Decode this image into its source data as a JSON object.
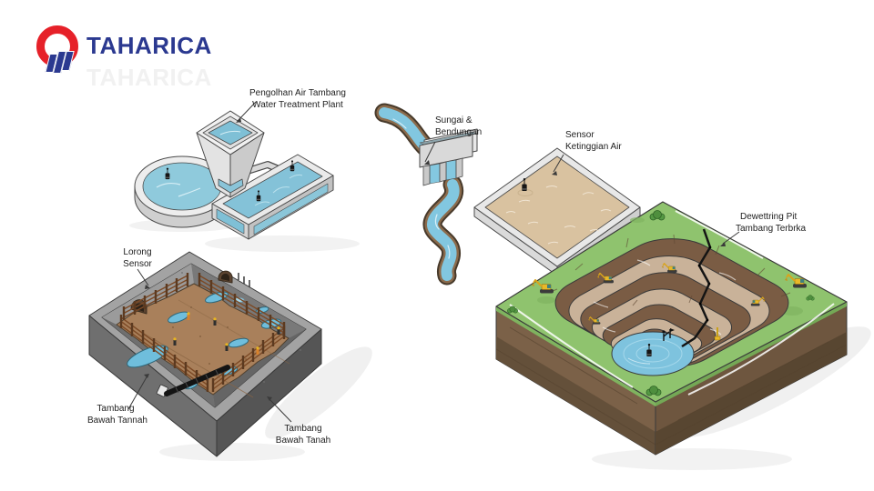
{
  "brand": {
    "name": "TAHARICA",
    "watermark": "TAHARICA"
  },
  "labels": {
    "water_treatment": {
      "line1": "Pengolhan Air Tambang",
      "line2": "Water Treatment Plant"
    },
    "river_dam": {
      "line1": "Sungai &",
      "line2": "Bendungan"
    },
    "water_level_sensor": {
      "line1": "Sensor",
      "line2": "Ketinggian Air"
    },
    "sensor_corridor": {
      "line1": "Lorong",
      "line2": "Sensor"
    },
    "underground_mine_left": {
      "line1": "Tambang",
      "line2": "Bawah Tannah"
    },
    "underground_mine_right": {
      "line1": "Tambang",
      "line2": "Bawah Tanah"
    },
    "open_pit": {
      "line1": "Dewettring Pit",
      "line2": "Tambang Terbrka"
    }
  },
  "colors": {
    "brand_red": "#E62129",
    "brand_blue": "#2B3990",
    "watermark_gray": "#F1F1F1",
    "water_blue": "#7EC3DE",
    "sand_tan": "#D9C2A0",
    "grass_green": "#8FC36E",
    "bench_tan": "#C9B299",
    "slope_brown": "#7A5C44",
    "mine_floor_brown": "#A9805B",
    "rock_gray": "#8A8A8A",
    "machine_yellow": "#E9B829"
  },
  "icons": {
    "logo_icon": "taharica-ring-logo",
    "sensor_buoy": "water-level-sensor-buoy"
  }
}
